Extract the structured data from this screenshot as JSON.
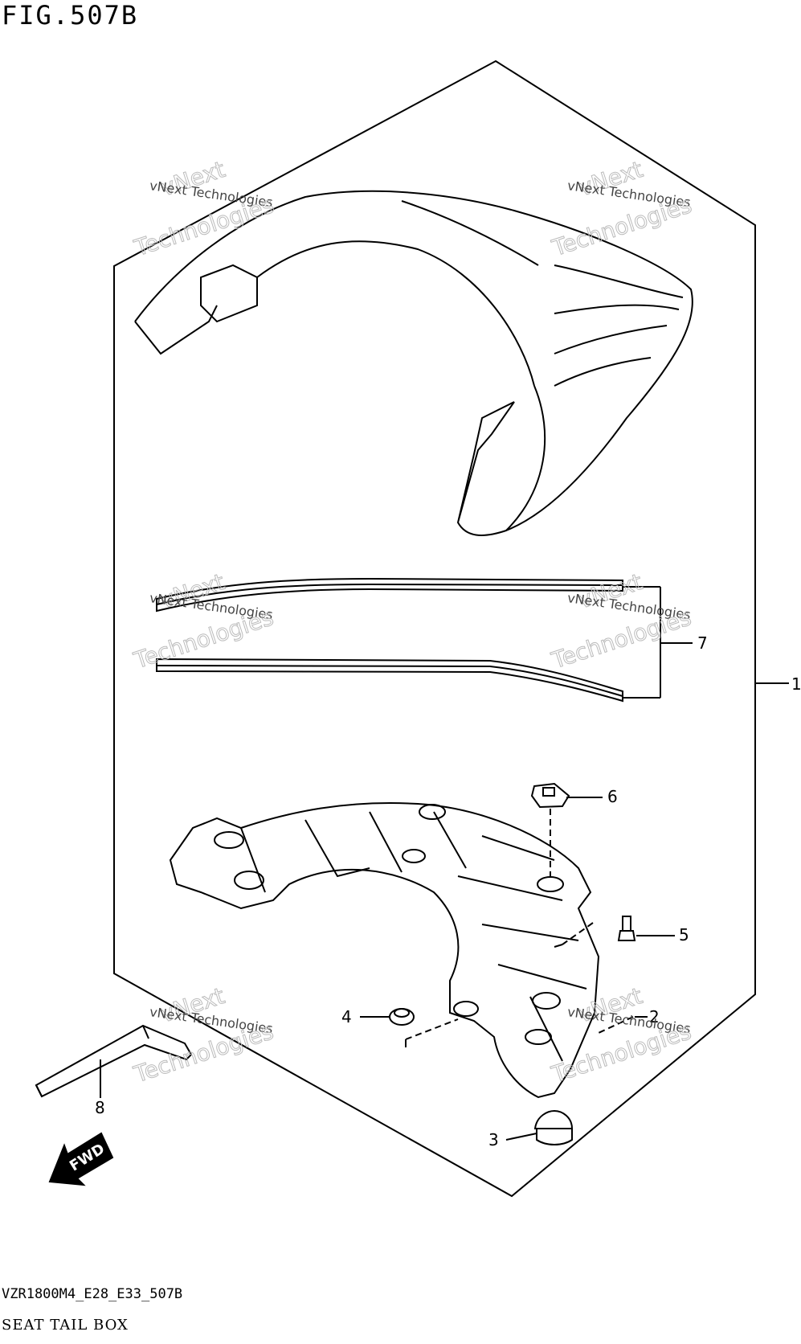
{
  "figure_title": "FIG.507B",
  "footer": {
    "code": "VZR1800M4_E28_E33_507B",
    "name": "SEAT TAIL BOX"
  },
  "watermark": {
    "line1": "vNext Technologies",
    "line2": "vNext",
    "line3": "Technologies"
  },
  "callouts": {
    "p1": "1",
    "p2": "2",
    "p3": "3",
    "p4": "4",
    "p5": "5",
    "p6": "6",
    "p7": "7",
    "p8": "8"
  },
  "fwd_label": "FWD"
}
